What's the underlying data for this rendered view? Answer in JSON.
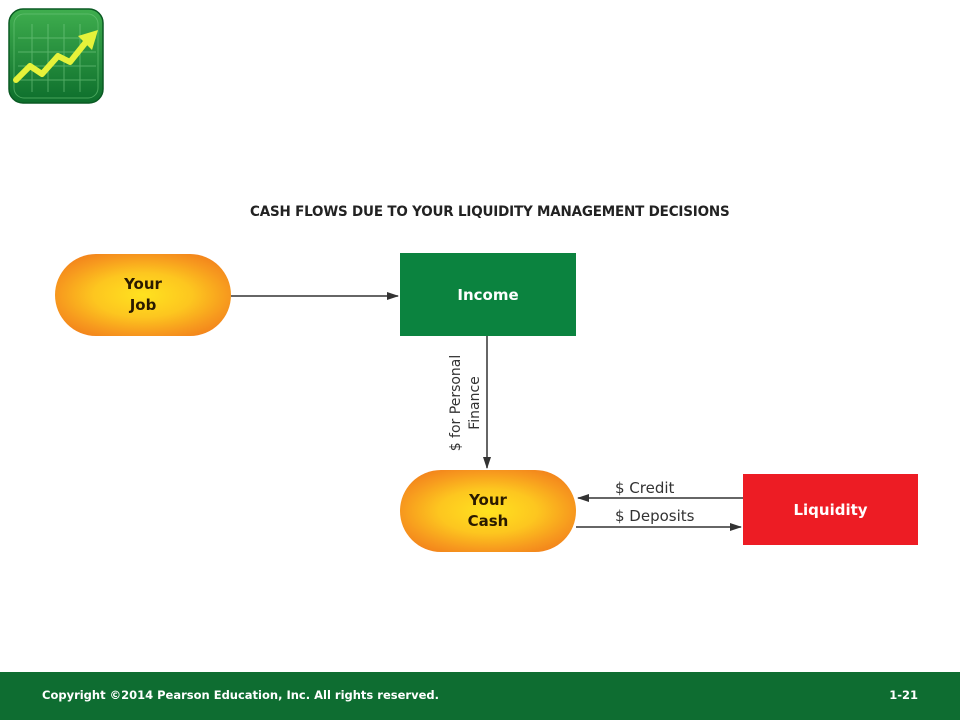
{
  "logo": {
    "icon": "growth-chart-icon",
    "colors": {
      "bg": "#1e8a3c",
      "arrow": "#e6f23a"
    }
  },
  "diagram": {
    "title": "CASH FLOWS DUE TO YOUR LIQUIDITY MANAGEMENT DECISIONS",
    "nodes": {
      "your_job": "Your\nJob",
      "income": "Income",
      "your_cash": "Your\nCash",
      "liquidity": "Liquidity"
    },
    "edges": {
      "personal_finance": "$ for Personal\nFinance",
      "credit": "$ Credit",
      "deposits": "$ Deposits"
    },
    "colors": {
      "income": "#0b833f",
      "liquidity": "#ed1c24",
      "pill_center": "#ffe21f",
      "pill_edge": "#f2811b"
    }
  },
  "footer": {
    "copyright": "Copyright ©2014 Pearson Education, Inc. All rights reserved.",
    "slide_number": "1-21",
    "color": "#0e6d31"
  }
}
